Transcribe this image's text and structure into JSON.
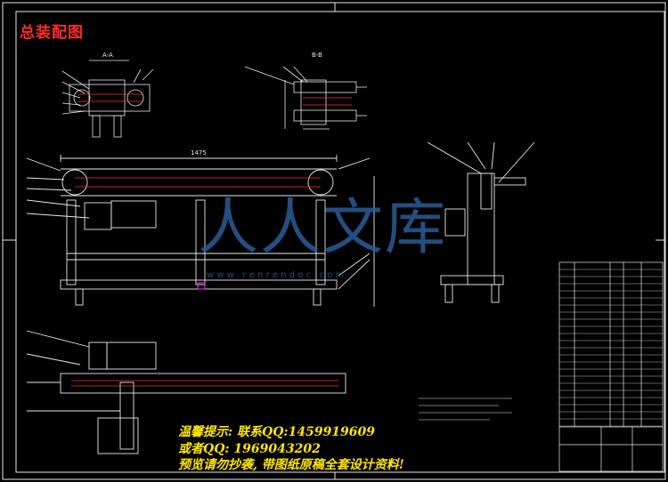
{
  "drawing": {
    "title": "总装配图",
    "section_a": "A-A",
    "section_b": "B-B",
    "overall_length_dim": "1475"
  },
  "watermark": {
    "chars": "人人文库",
    "url": "w w w . r e n r e n d o c . c o m"
  },
  "notice": {
    "line1": "温馨提示: 联系QQ:1459919609",
    "line2": "或者QQ: 1969043202",
    "line3": "预览请勿抄袭, 带图纸原稿全套设计资料!"
  },
  "colors": {
    "background": "#000000",
    "linework": "#e8e8e8",
    "hidden_lines": "#ff3030",
    "title": "#ff2a2a",
    "notice_text": "#ffe600",
    "watermark": "#2a5c96"
  }
}
